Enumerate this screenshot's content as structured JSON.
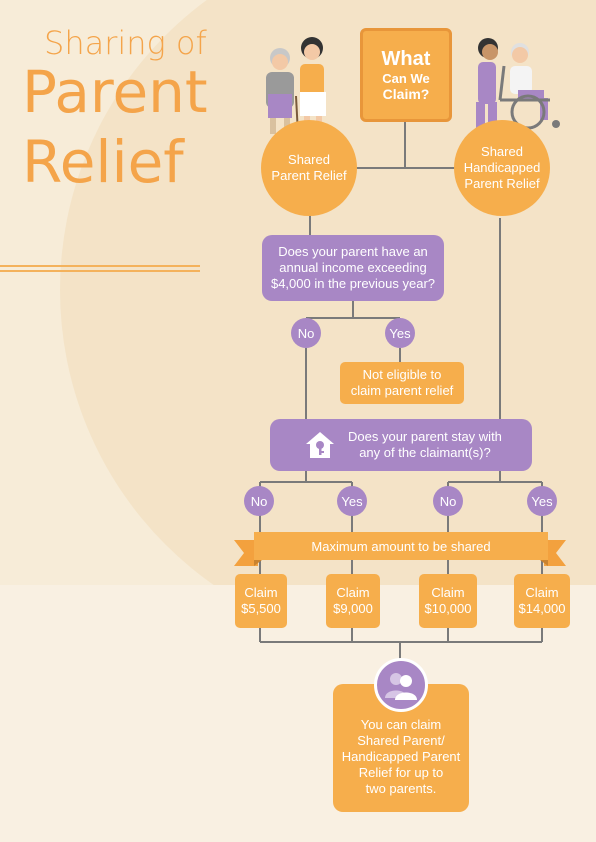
{
  "title": {
    "line1": "Sharing of",
    "line2": "Parent",
    "line3": "Relief"
  },
  "what": {
    "line1": "What",
    "line2": "Can We",
    "line3": "Claim?"
  },
  "shared": {
    "line1": "Shared",
    "line2": "Parent Relief"
  },
  "handicapped": {
    "line1": "Shared",
    "line2": "Handicapped",
    "line3": "Parent Relief"
  },
  "q1": {
    "line1": "Does your parent have an",
    "line2": "annual income exceeding",
    "line3": "$4,000 in the previous year?"
  },
  "no1": "No",
  "yes1": "Yes",
  "not_eligible": {
    "line1": "Not eligible to",
    "line2": "claim parent relief"
  },
  "q2": {
    "line1": "Does your parent stay with",
    "line2": "any of the claimant(s)?"
  },
  "ans": [
    "No",
    "Yes",
    "No",
    "Yes"
  ],
  "banner": "Maximum amount to be shared",
  "claims": [
    {
      "a": "Claim",
      "b": "$5,500"
    },
    {
      "a": "Claim",
      "b": "$9,000"
    },
    {
      "a": "Claim",
      "b": "$10,000"
    },
    {
      "a": "Claim",
      "b": "$14,000"
    }
  ],
  "final": {
    "l1": "You can claim",
    "l2": "Shared Parent/",
    "l3": "Handicapped Parent",
    "l4": "Relief for up to",
    "l5": "two parents."
  },
  "colors": {
    "orange": "#f6ae4c",
    "purple": "#a887c5",
    "bg": "#f7ecd8",
    "line": "#7a7a7a"
  }
}
